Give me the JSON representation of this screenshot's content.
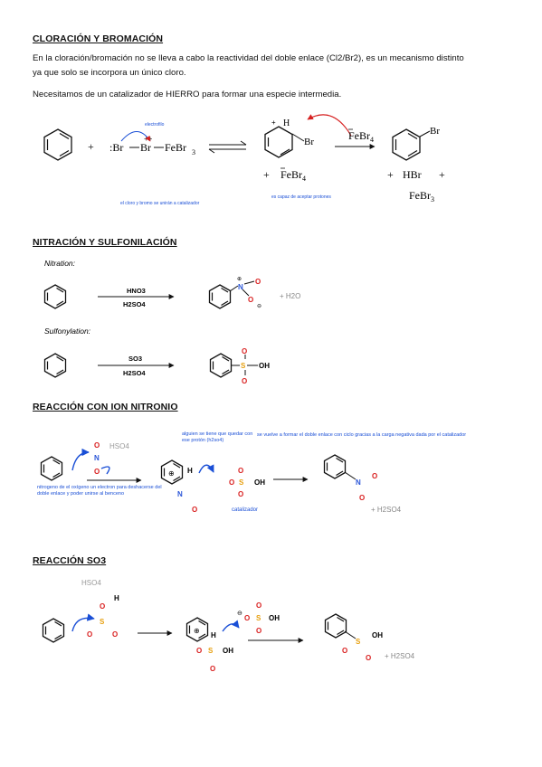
{
  "sections": {
    "s1": {
      "title": "CLORACIÓN Y BROMACIÓN",
      "p1_line1": "En la cloración/bromación no se lleva a cabo la reactividad del doble enlace (Cl2/Br2), es un mecanismo distinto",
      "p1_line2": "ya que solo se incorpora un único cloro.",
      "p2": "Necesitamos de un catalizador de HIERRO para formar una especie intermedia.",
      "plus": "+",
      "br_br": ":Br—Br—FeBr3",
      "br1": ":Br",
      "br2": "Br",
      "febr3": "FeBr",
      "sub3": "3",
      "sub4": "4",
      "h": "H",
      "br_sub": "Br",
      "febr4": "FeBr",
      "hbr": "HBr",
      "note_electrofilo": "electrofilo",
      "note_cloro": "el cloro y bromo se unirán a catalizador",
      "note_carga": "es capaz de aceptar protones"
    },
    "s2": {
      "title": "NITRACIÓN Y SULFONILACIÓN",
      "nitration_label": "Nitration:",
      "sulfonylation_label": "Sulfonylation:",
      "hno3": "HNO3",
      "h2so4": "H2SO4",
      "so3": "SO3",
      "plus_h2o": "+ H2O",
      "n": "N",
      "o": "O",
      "s": "S",
      "oh": "OH"
    },
    "s3": {
      "title": "REACCIÓN CON ION NITRONIO",
      "hso4": "HSO4",
      "note_quitar": "alguien se tiene que quedar con ese protón (h2so4)",
      "note_vuelve": "se vuelve a formar el doble enlace con ciclo gracias a la carga negativa dada por el catalizador",
      "note_nitrogeno": "nitrogeno de el oxígeno un electron para deshacerse del doble enlace y poder unirse al benceno",
      "note_catalizador": "catalizador",
      "h2so4_plus": "+ H2SO4"
    },
    "s4": {
      "title": "REACCIÓN SO3",
      "hso4": "HSO4",
      "h2so4_plus": "+ H2SO4"
    },
    "colors": {
      "handwriting": "#1a4fd6",
      "oxygen": "#d92020",
      "nitrogen": "#2a55d8",
      "sulfur": "#e7a010"
    }
  }
}
